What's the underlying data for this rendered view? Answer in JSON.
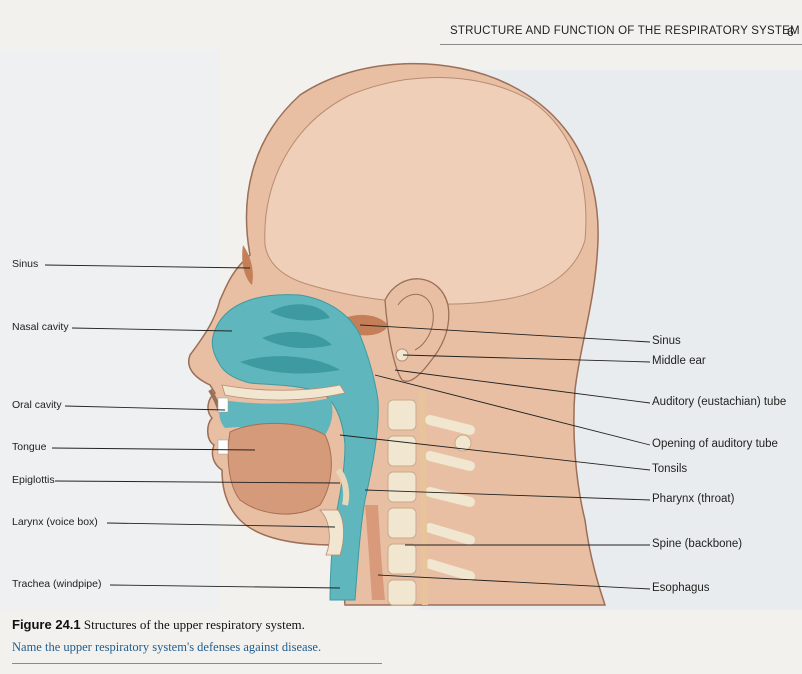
{
  "header": {
    "running_title": "STRUCTURE AND FUNCTION OF THE RESPIRATORY SYSTEM",
    "page_number": "6"
  },
  "labels_left": [
    "Sinus",
    "Nasal cavity",
    "Oral cavity",
    "Tongue",
    "Epiglottis",
    "Larynx (voice box)",
    "Trachea (windpipe)"
  ],
  "labels_right": [
    "Sinus",
    "Middle ear",
    "Auditory (eustachian) tube",
    "Opening of auditory tube",
    "Tonsils",
    "Pharynx (throat)",
    "Spine (backbone)",
    "Esophagus"
  ],
  "caption": {
    "figure_number": "Figure 24.1",
    "text": "Structures of the upper respiratory system.",
    "question": "Name the upper respiratory system's defenses against disease."
  },
  "colors": {
    "skin": "#e8bfa3",
    "skin_dark": "#d9a384",
    "airway": "#5fb7bd",
    "airway_dark": "#3e9aa1",
    "bone": "#f1e6cf",
    "outline": "#9b6f58"
  }
}
